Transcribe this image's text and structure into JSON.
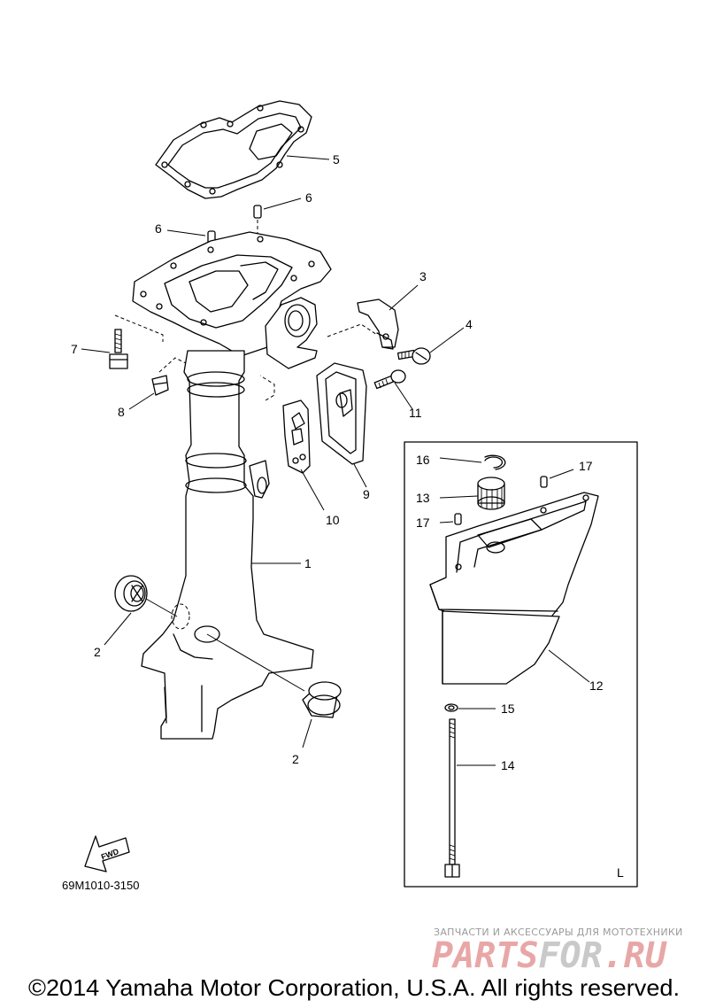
{
  "callouts": [
    "1",
    "2",
    "2",
    "3",
    "4",
    "5",
    "6",
    "6",
    "7",
    "8",
    "9",
    "10",
    "11",
    "12",
    "13",
    "14",
    "15",
    "16",
    "17",
    "17"
  ],
  "part_code": "69M1010-3150",
  "fwd_label": "FWD",
  "inset_label": "L",
  "watermark": {
    "tagline": "ЗАПЧАСТИ И АКСЕССУАРЫ ДЛЯ МОТОТЕХНИКИ",
    "logo_part1": "PARTS",
    "logo_part2": "FOR",
    "logo_part3": ".RU",
    "logo_color": "#e8a7a7",
    "accent_color": "#c9c9c9"
  },
  "copyright": "©2014 Yamaha Motor Corporation, U.S.A. All rights reserved."
}
